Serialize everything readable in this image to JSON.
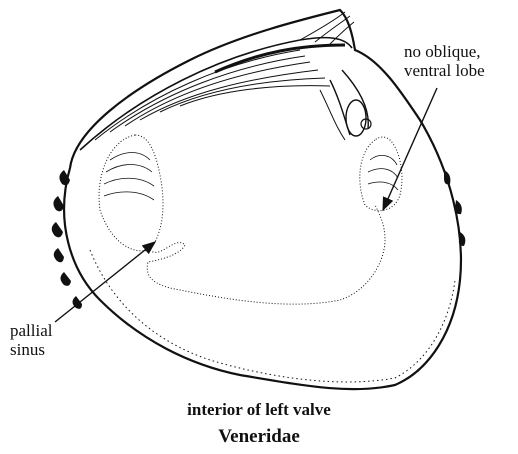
{
  "labels": {
    "no_oblique_line1": "no oblique,",
    "no_oblique_line2": "ventral lobe",
    "pallial_line1": "pallial",
    "pallial_line2": "sinus"
  },
  "caption": {
    "view": "interior of left valve",
    "family": "Veneridae"
  }
}
